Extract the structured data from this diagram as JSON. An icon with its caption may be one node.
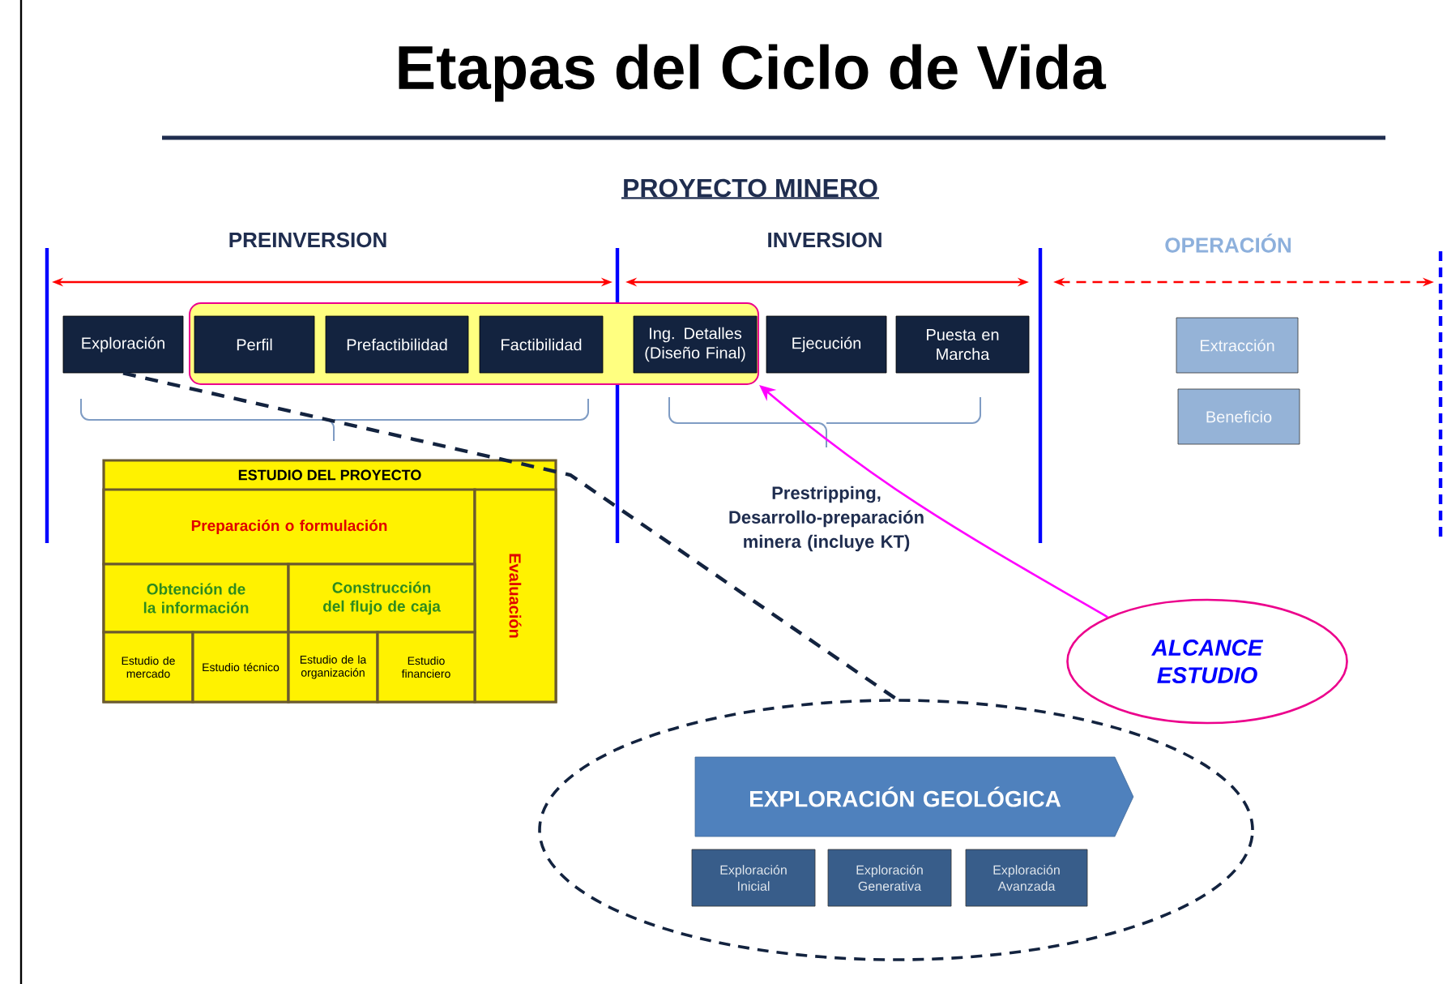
{
  "diagram": {
    "title": "Etapas del Ciclo de Vida",
    "nodes": [
      {
        "text": [
          "Exploración"
        ]
      },
      {
        "text": [],
        "shape": "box"
      },
      {
        "text": [
          "Perfil"
        ],
        "in": 1
      },
      {
        "text": [
          "Prefactibilidad"
        ],
        "in": 1
      },
      {
        "text": [
          "Factibilidad"
        ],
        "in": 1
      },
      {
        "text": [
          "Ing. Detalles (Diseño Final)"
        ],
        "in": 1
      },
      {
        "text": [
          "Ejecución"
        ]
      },
      {
        "text": [
          "Puesta en Marcha"
        ]
      },
      {
        "text": [
          "Extracción"
        ]
      },
      {
        "text": [
          "Beneficio"
        ]
      },
      {
        "text": [
          "ESTUDIO DEL PROYECTO"
        ]
      },
      {
        "text": [
          "Preparación o formulación"
        ],
        "in": 10
      },
      {
        "text": [
          "Evaluación"
        ],
        "in": 10
      },
      {
        "text": [
          "Obtención de la información"
        ],
        "in": 10
      },
      {
        "text": [
          "Construcción del flujo de caja"
        ],
        "in": 10
      },
      {
        "text": [
          "Estudio de mercado"
        ],
        "in": 10
      },
      {
        "text": [
          "Estudio técnico"
        ],
        "in": 10
      },
      {
        "text": [
          "Estudio de la organización"
        ],
        "in": 10
      },
      {
        "text": [
          "Estudio financiero"
        ],
        "in": 10
      },
      {
        "text": [
          "ALCANCE ESTUDIO"
        ]
      },
      {
        "text": [],
        "shape": "ellipse"
      },
      {
        "text": [
          "EXPLORACIÓN GEOLÓGICA"
        ],
        "in": 20
      },
      {
        "text": [
          "Exploración Inicial"
        ],
        "in": 20
      },
      {
        "text": [
          "Exploración Generativa"
        ],
        "in": 20
      },
      {
        "text": [
          "Exploración Avanzada"
        ],
        "in": 20
      }
    ],
    "edges": [
      {
        "from": 0,
        "to": 20,
        "arrow": "none",
        "style": "dashed"
      },
      {
        "from": 19,
        "to": 1,
        "arrow": "to",
        "color": "#ff00ff"
      }
    ],
    "labels": [
      "PROYECTO MINERO",
      "PREINVERSION",
      "INVERSION",
      "OPERACIÓN",
      "Prestripping, Desarrollo-preparación minera (incluye KT)"
    ]
  }
}
